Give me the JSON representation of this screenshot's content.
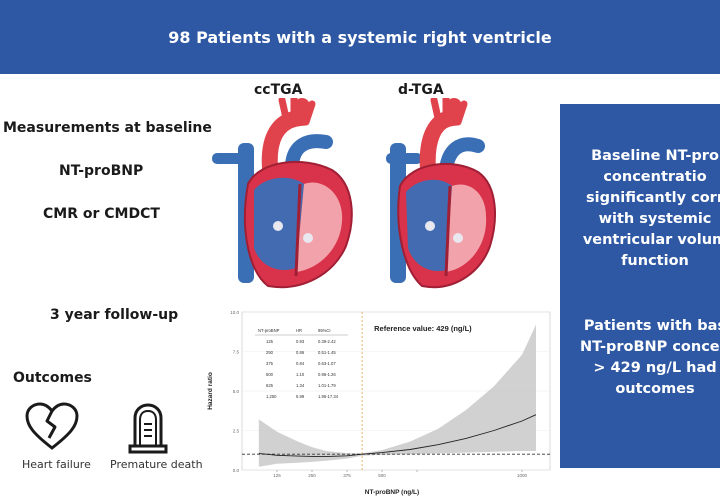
{
  "banner": {
    "title": "98 Patients with a systemic right ventricle"
  },
  "hearts": {
    "left": "ccTGA",
    "right": "d-TGA"
  },
  "left_panel": {
    "measurements": "Measurements at baseline",
    "ntprobnp": "NT-proBNP",
    "imaging": "CMR or CMDCT",
    "followup": "3 year follow-up",
    "outcomes": "Outcomes"
  },
  "icons": [
    {
      "name": "broken-heart-icon",
      "label": "Heart failure"
    },
    {
      "name": "tombstone-icon",
      "label": "Premature death"
    }
  ],
  "conclusions": {
    "first": [
      "Baseline NT-pro",
      "concentratio",
      "significantly corr",
      "with systemic",
      "ventricular volum",
      "function"
    ],
    "second": [
      "Patients with bas",
      "NT-proBNP concen",
      "> 429 ng/L had",
      "outcomes"
    ]
  },
  "colors": {
    "banner": "#2e58a4",
    "side_panel": "#2e58a4",
    "artery": "#e0434c",
    "vein": "#3a6fb6",
    "muscle": "#d8334a"
  },
  "chart_data": {
    "type": "line",
    "xlabel": "NT-proBNP (ng/L)",
    "ylabel": "Hazard ratio",
    "x_ticks": [
      "125",
      "250",
      "375",
      "500",
      "",
      "1000"
    ],
    "y_ticks": [
      "0.0",
      "2.5",
      "5.0",
      "7.5",
      "10.0"
    ],
    "xlim": [
      0,
      1100
    ],
    "ylim": [
      0,
      10
    ],
    "reference_label": "Reference value: 429 (ng/L)",
    "reference_x": 429,
    "reference_y": 1.0,
    "table": {
      "headers": [
        "NT-proBNP",
        "HR",
        "95%CI"
      ],
      "rows": [
        [
          "125",
          "0.93",
          "0.39-2.42"
        ],
        [
          "250",
          "0.86",
          "0.51-1.45"
        ],
        [
          "375",
          "0.84",
          "0.63-1.07"
        ],
        [
          "500",
          "1.10",
          "0.96-1.26"
        ],
        [
          "625",
          "1.34",
          "1.01-1.79"
        ],
        [
          "1,250",
          "5.99",
          "1.95-17.34"
        ]
      ]
    },
    "hr_curve": {
      "x": [
        60,
        125,
        200,
        250,
        300,
        375,
        429,
        500,
        600,
        700,
        800,
        900,
        1000,
        1050
      ],
      "y": [
        1.05,
        0.93,
        0.88,
        0.86,
        0.85,
        0.9,
        1.0,
        1.1,
        1.3,
        1.6,
        2.0,
        2.5,
        3.1,
        3.5
      ]
    },
    "ci_lower": {
      "x": [
        60,
        125,
        200,
        250,
        300,
        375,
        429,
        500,
        600,
        700,
        800,
        900,
        1000,
        1050
      ],
      "y": [
        0.2,
        0.39,
        0.46,
        0.51,
        0.58,
        0.72,
        0.9,
        0.96,
        1.0,
        1.05,
        1.1,
        1.15,
        1.2,
        1.2
      ]
    },
    "ci_upper": {
      "x": [
        60,
        125,
        200,
        250,
        300,
        375,
        429,
        500,
        600,
        700,
        800,
        900,
        1000,
        1050
      ],
      "y": [
        3.2,
        2.42,
        1.8,
        1.45,
        1.2,
        1.07,
        1.05,
        1.26,
        1.8,
        2.6,
        3.8,
        5.3,
        7.3,
        9.2
      ]
    }
  }
}
